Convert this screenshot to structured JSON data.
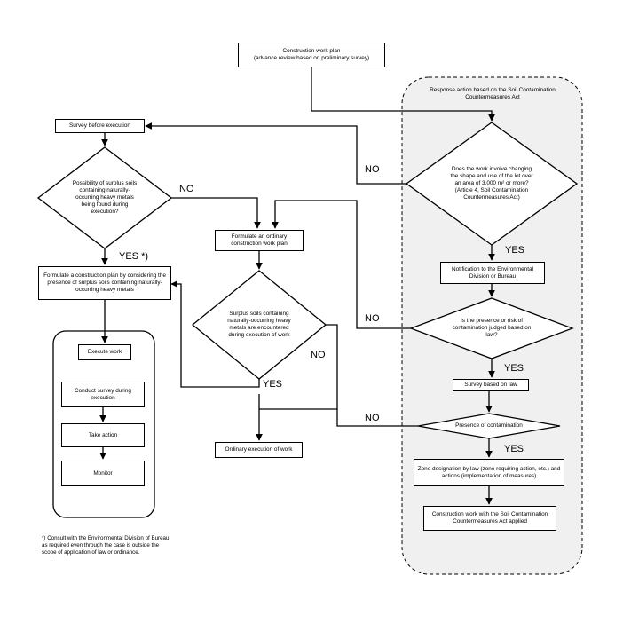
{
  "diagram": {
    "nodes": {
      "construction_plan": {
        "line1": "Construction work  plan",
        "line2": "(advance review based on preliminary survey)"
      },
      "survey_before": "Survey before execution",
      "possibility_question": "Possibility of surplus soils containing naturally-occurring heavy metals being found during execution?",
      "formulate_construction_plan": "Formulate a construction plan by considering the presence of surplus soils containing naturally-occurring heavy metals",
      "execute_work": "Execute work",
      "conduct_survey": "Conduct survey during execution",
      "take_action": "Take action",
      "monitor": "Monitor",
      "formulate_ordinary": "Formulate an ordinary construction work plan",
      "surplus_question": "Surplus soils containing naturally-occurring heavy metals are encountered during execution of work",
      "ordinary_execution": "Ordinary execution of work",
      "response_region": "Response action based on the Soil Contamination Countermeasures Act",
      "involve_question": "Does the work involve changing the shape and use of the lot over an area of 3,000 m² or more? (Article 4, Soil Contamination Countermeasures Act)",
      "notification": "Notification to the Environmental Division or Bureau",
      "presence_question": "Is the presence or risk of contamination judged based on law?",
      "survey_law": "Survey based on law",
      "presence_contamination": "Presence of contamination",
      "zone_designation": "Zone designation by law (zone requiring action, etc.) and actions (implementation of measures)",
      "construction_applied": "Construction work with the Soil Contamination Countermeasures Act applied"
    },
    "labels": {
      "no_involve": "NO",
      "no_possibility": "NO",
      "yes_possibility": "YES *)",
      "yes_involve": "YES",
      "no_presence_question": "NO",
      "yes_presence_question": "YES",
      "yes_surplus": "YES",
      "no_surplus": "NO",
      "no_contamination": "NO",
      "yes_contamination": "YES"
    },
    "footnote": "*) Consult with the Environmental Division of Bureau as required even through the case is outside the scope of application of law or ordinance."
  }
}
